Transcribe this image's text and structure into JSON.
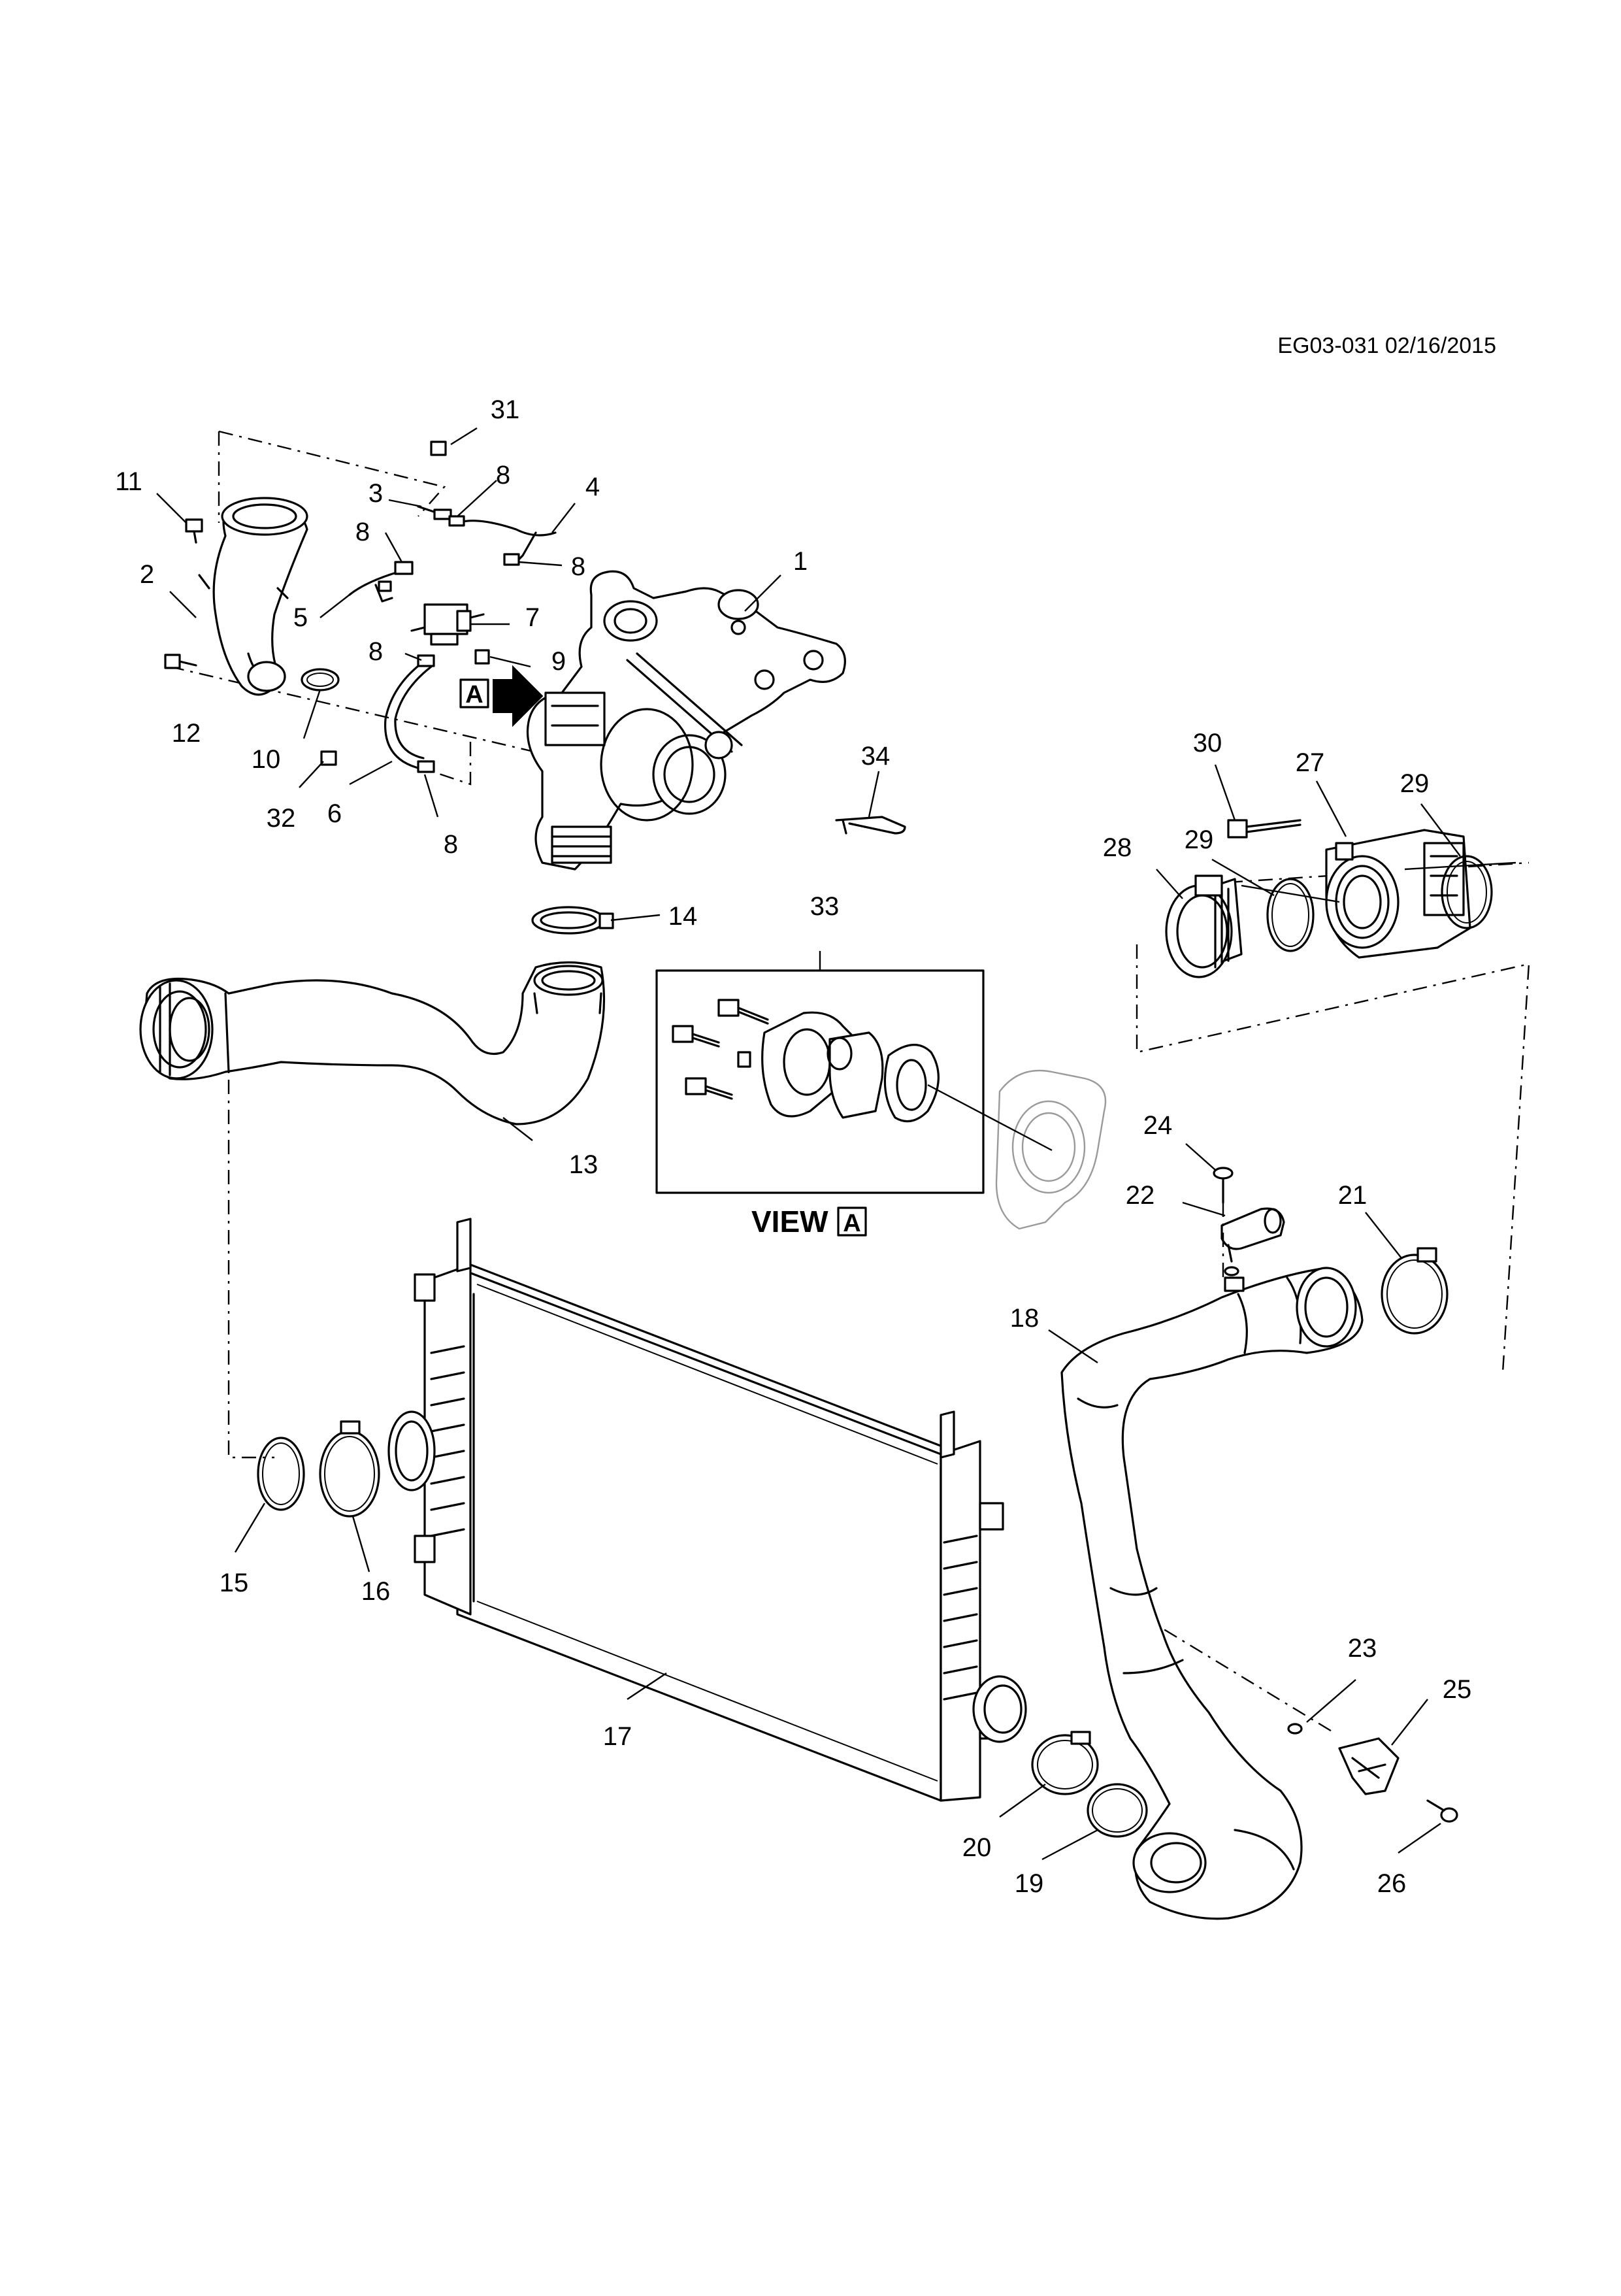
{
  "header": {
    "code": "EG03-031 02/16/2015"
  },
  "view": {
    "label": "VIEW",
    "marker": "A"
  },
  "arrow_marker": "A",
  "callouts": [
    "31",
    "8",
    "11",
    "3",
    "4",
    "8",
    "1",
    "2",
    "8",
    "8",
    "5",
    "7",
    "8",
    "9",
    "12",
    "10",
    "34",
    "32",
    "6",
    "8",
    "30",
    "27",
    "29",
    "28",
    "29",
    "14",
    "33",
    "13",
    "24",
    "22",
    "21",
    "18",
    "15",
    "16",
    "23",
    "25",
    "17",
    "20",
    "19",
    "26"
  ]
}
